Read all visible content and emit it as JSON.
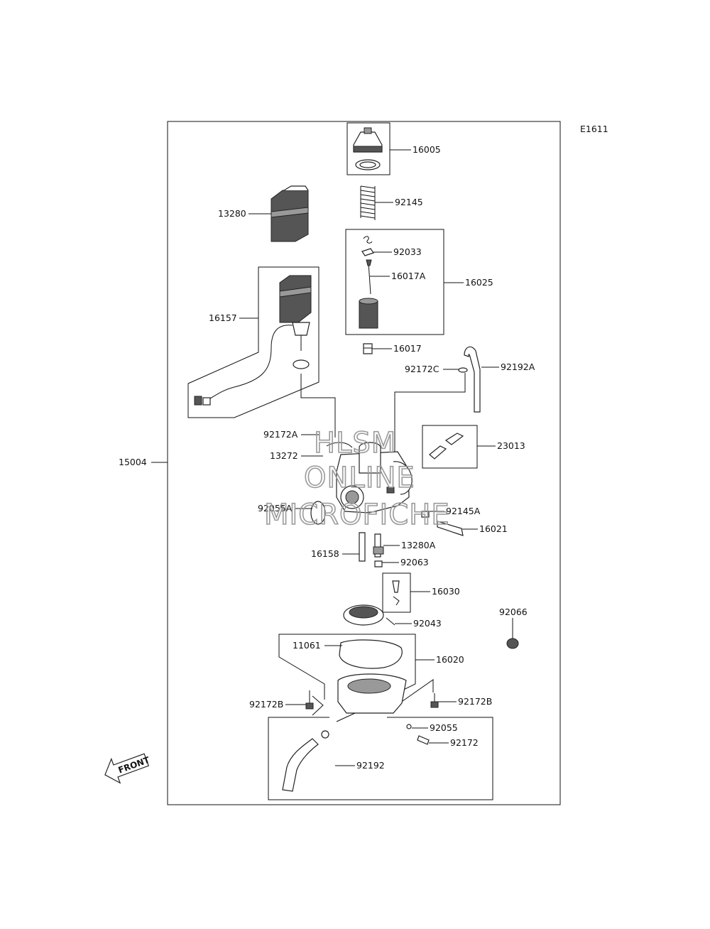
{
  "diagram_code": "E1611",
  "front_label": "FRONT",
  "watermark": {
    "line1": "HLSM",
    "line2": "ONLINE",
    "line3": "MICROFICHE"
  },
  "parts": {
    "p16005": "16005",
    "p92145": "92145",
    "p13280": "13280",
    "p92033": "92033",
    "p16017A": "16017A",
    "p16025": "16025",
    "p16157": "16157",
    "p16017": "16017",
    "p92172C": "92172C",
    "p92192A": "92192A",
    "p92172A": "92172A",
    "p13272": "13272",
    "p23013": "23013",
    "p15004": "15004",
    "p92055A": "92055A",
    "p92145A": "92145A",
    "p16021": "16021",
    "p16158": "16158",
    "p13280A": "13280A",
    "p92063": "92063",
    "p16030": "16030",
    "p92066": "92066",
    "p92043": "92043",
    "p11061": "11061",
    "p16020": "16020",
    "p92172B_left": "92172B",
    "p92172B_right": "92172B",
    "p92055": "92055",
    "p92172": "92172",
    "p92192": "92192"
  }
}
